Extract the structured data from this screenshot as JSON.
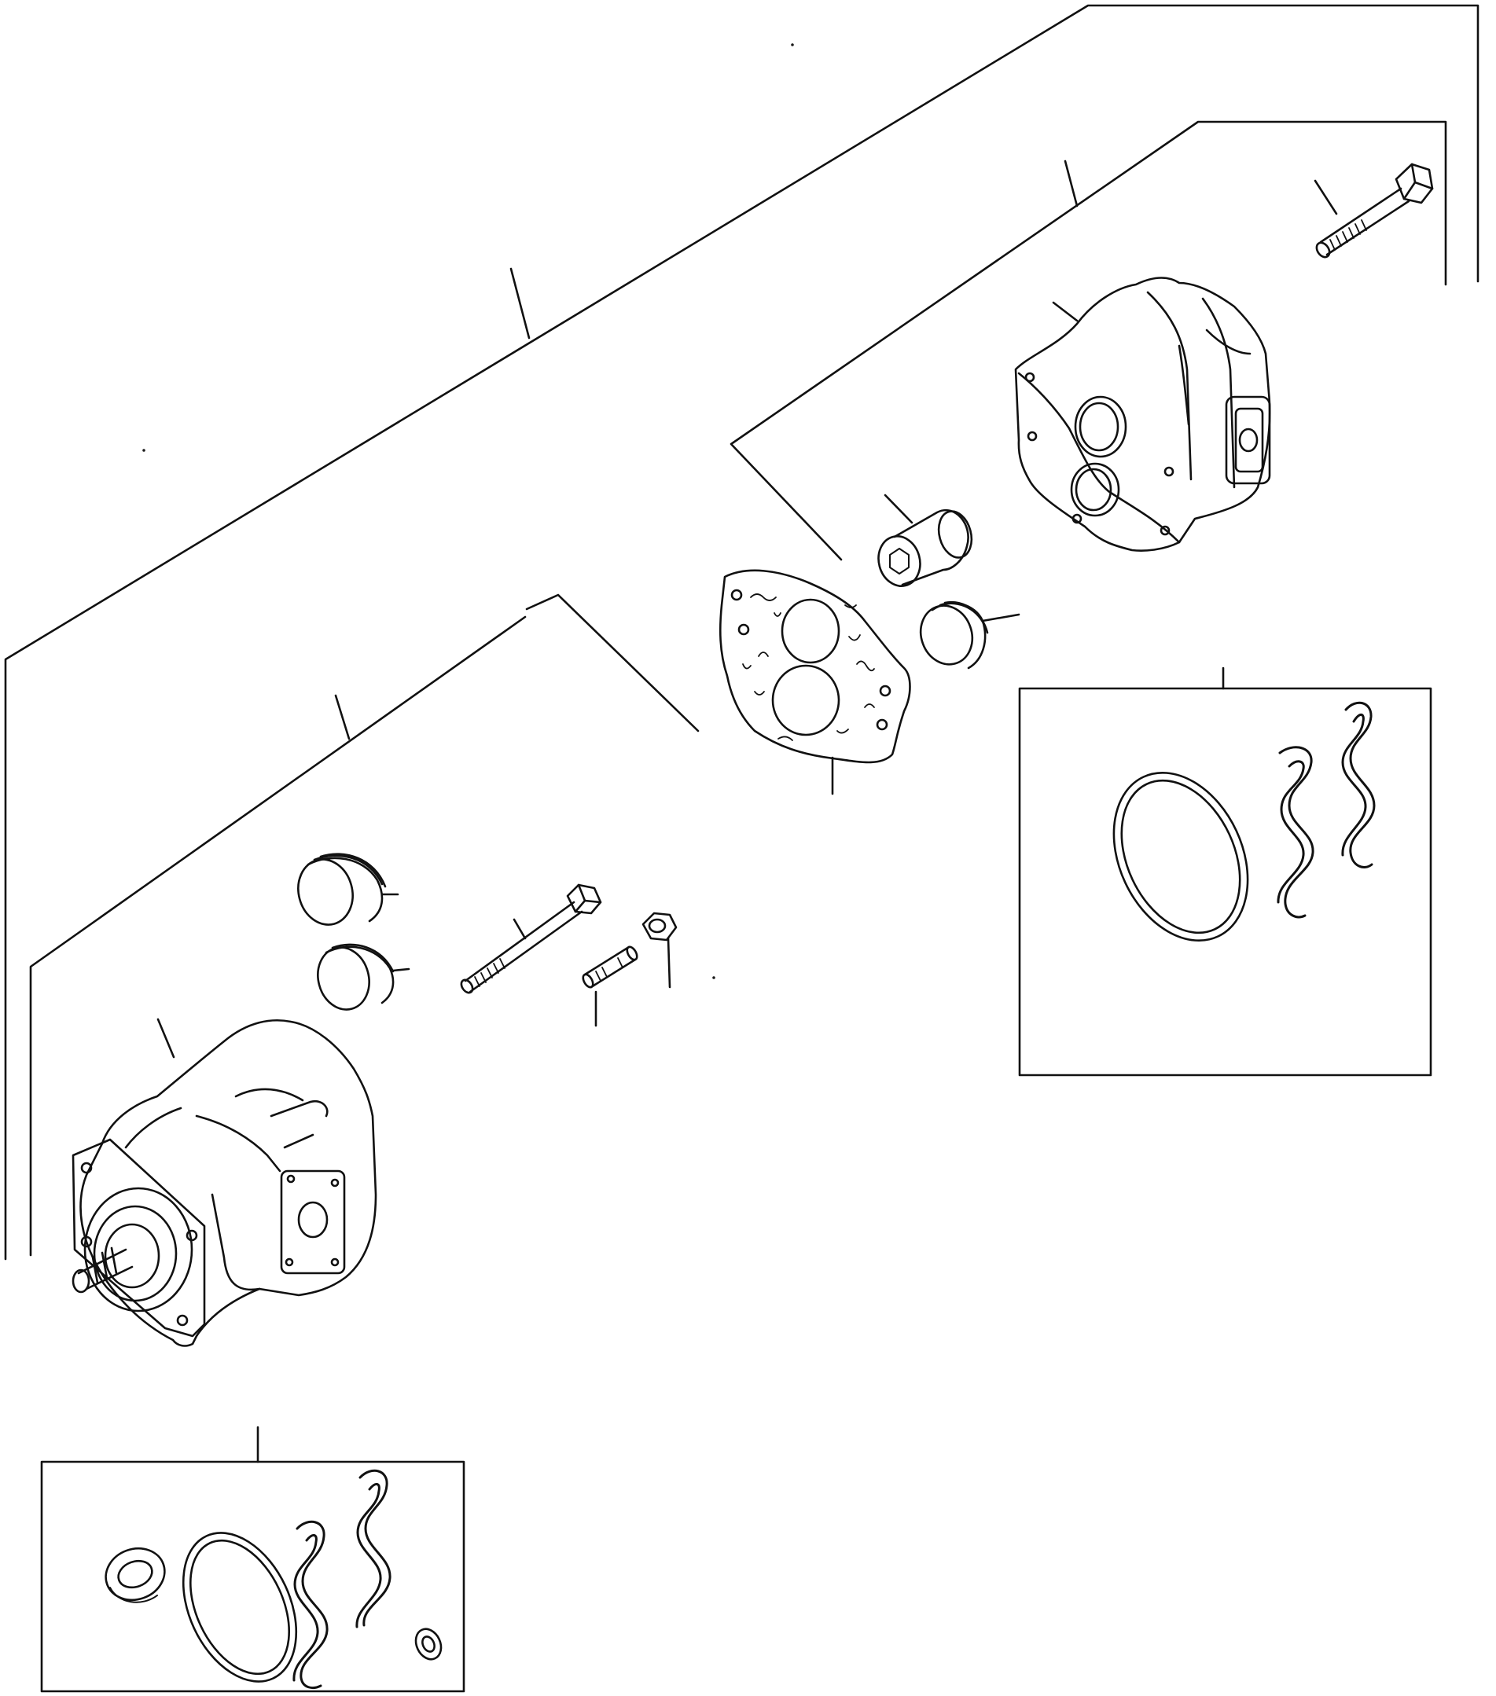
{
  "diagram": {
    "type": "exploded-parts-drawing",
    "labels_printed": false,
    "parts": [
      {
        "id": "pump-assembly-bracket"
      },
      {
        "id": "rear-section-bracket"
      },
      {
        "id": "front-section-bracket"
      },
      {
        "id": "mounting-bolt"
      },
      {
        "id": "rear-pump-housing"
      },
      {
        "id": "spline-coupling"
      },
      {
        "id": "gasket"
      },
      {
        "id": "bushing-rear"
      },
      {
        "id": "seal-kit-rear"
      },
      {
        "id": "bushing-front-upper"
      },
      {
        "id": "bushing-front-lower"
      },
      {
        "id": "through-bolt"
      },
      {
        "id": "stud"
      },
      {
        "id": "nut"
      },
      {
        "id": "front-pump-housing"
      },
      {
        "id": "seal-kit-front"
      }
    ],
    "colors": {
      "ink": "#111111",
      "paper": "#ffffff"
    }
  }
}
